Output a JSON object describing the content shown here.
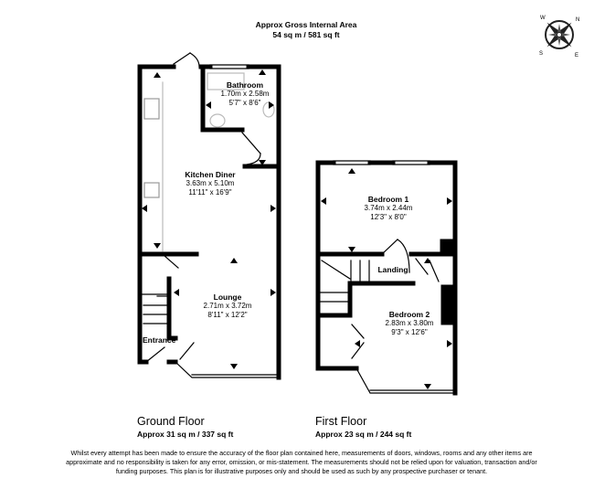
{
  "header": {
    "title": "Approx Gross Internal Area",
    "area": "54 sq m / 581 sq ft"
  },
  "compass": {
    "icon": "compass-rose-icon",
    "labels": [
      "N",
      "E",
      "S",
      "W"
    ]
  },
  "floors": [
    {
      "title": "Ground Floor",
      "area": "Approx 31 sq m / 337 sq ft",
      "rooms": [
        {
          "name": "Bathroom",
          "metric": "1.70m x 2.58m",
          "imperial": "5'7\" x 8'6\""
        },
        {
          "name": "Kitchen Diner",
          "metric": "3.63m x 5.10m",
          "imperial": "11'11\" x 16'9\""
        },
        {
          "name": "Lounge",
          "metric": "2.71m x 3.72m",
          "imperial": "8'11\" x 12'2\""
        },
        {
          "name": "Entrance"
        }
      ]
    },
    {
      "title": "First Floor",
      "area": "Approx 23 sq m / 244 sq ft",
      "rooms": [
        {
          "name": "Bedroom 1",
          "metric": "3.74m x 2.44m",
          "imperial": "12'3\" x 8'0\""
        },
        {
          "name": "Landing"
        },
        {
          "name": "Bedroom 2",
          "metric": "2.83m x 3.80m",
          "imperial": "9'3\" x 12'6\""
        }
      ]
    }
  ],
  "disclaimer": "Whilst every attempt has been made to ensure the accuracy of the floor plan contained here, measurements of doors, windows, rooms and any other items are approximate and no responsibility is taken for any error, omission, or mis-statement. The measurements should not be relied upon for valuation, transaction and/or funding purposes. This plan is for illustrative purposes only and should be used as such by any prospective purchaser or tenant."
}
